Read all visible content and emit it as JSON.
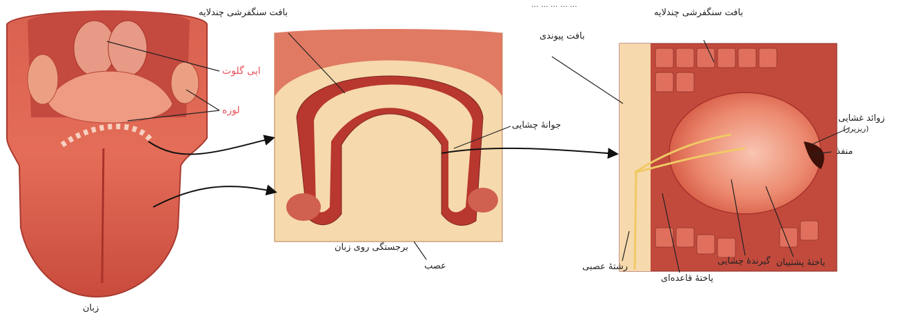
{
  "colors": {
    "tissue": "#e2604a",
    "tissue_light": "#f3b49a",
    "tissue_dark": "#a8322a",
    "connective": "#f6d9ac",
    "red_label": "#e8505b",
    "arrow": "#111111"
  },
  "caption_top": "... ... ... ... ...",
  "panel1": {
    "labels": {
      "epiglottis": "اپی گلوت",
      "tonsil": "لوزه",
      "tongue": "زبان",
      "epithelium": "بافت سنگفرشی چندلایه"
    }
  },
  "panel2": {
    "labels": {
      "taste_bud": "جوانهٔ چشایی",
      "papilla": "برجستگی روی زبان",
      "nerve": "عصب"
    }
  },
  "panel3": {
    "labels": {
      "connective": "بافت پیوندی",
      "epithelium": "بافت سنگفرشی چندلایه",
      "microvilli": "زوائد غشایی",
      "microvilli_note": "(ریزپرز)",
      "pore": "منفذ",
      "nerve_fiber": "رشتهٔ عصبی",
      "basal_cell": "یاختهٔ قاعده‌ای",
      "receptor": "گیرندهٔ چشایی",
      "support_cell": "یاختهٔ پشتیبان"
    }
  }
}
